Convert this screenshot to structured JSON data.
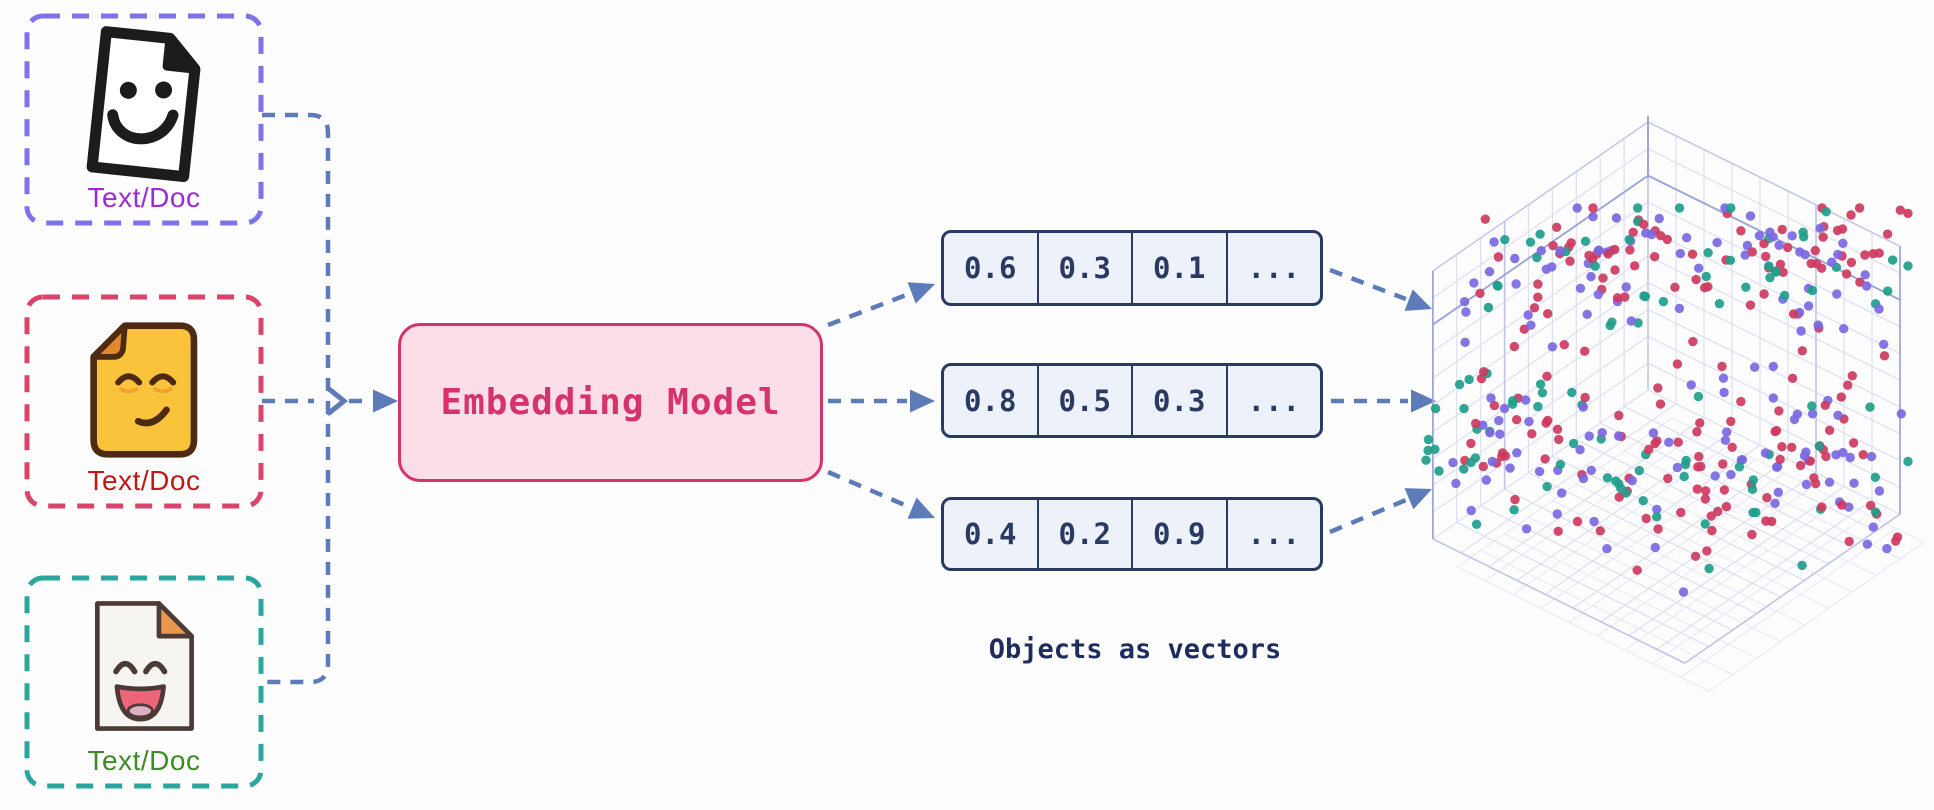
{
  "sources": [
    {
      "label": "Text/Doc",
      "label_color": "#9a2bd6",
      "border_color": "#7d72e8",
      "icon": "doc-smile-icon"
    },
    {
      "label": "Text/Doc",
      "label_color": "#c21717",
      "border_color": "#d9446a",
      "icon": "doc-smirk-icon"
    },
    {
      "label": "Text/Doc",
      "label_color": "#3e8b24",
      "border_color": "#2aa79c",
      "icon": "doc-laugh-icon"
    }
  ],
  "model": {
    "label": "Embedding Model",
    "fill": "#fbdee7",
    "border_color": "#d6336c",
    "text_color": "#d6336c"
  },
  "vectors": {
    "rows": [
      [
        "0.6",
        "0.3",
        "0.1",
        "..."
      ],
      [
        "0.8",
        "0.5",
        "0.3",
        "..."
      ],
      [
        "0.4",
        "0.2",
        "0.9",
        "..."
      ]
    ],
    "fill": "#edf1f9",
    "border_color": "#2b3a63",
    "text_color": "#2b3a63"
  },
  "caption": {
    "text": "Objects as vectors",
    "color": "#1e2c5e"
  },
  "arrows": {
    "color": "#5d7bb9"
  },
  "scatter": {
    "grid_color": "#dcdff2",
    "grid_major_color": "#9aa4d6",
    "grid_medium_color": "#bfc5e9",
    "skirt_color": "#e6e8f6",
    "dot_colors": [
      "#ce3a5f",
      "#7b68e2",
      "#1f9e8b"
    ],
    "color_weights": [
      0.43,
      0.31,
      0.26
    ],
    "dot_radius": 4.7,
    "seed": 11,
    "cluster_dot_counts": [
      70,
      68,
      60,
      64,
      56
    ],
    "background_dot_count": 100
  }
}
